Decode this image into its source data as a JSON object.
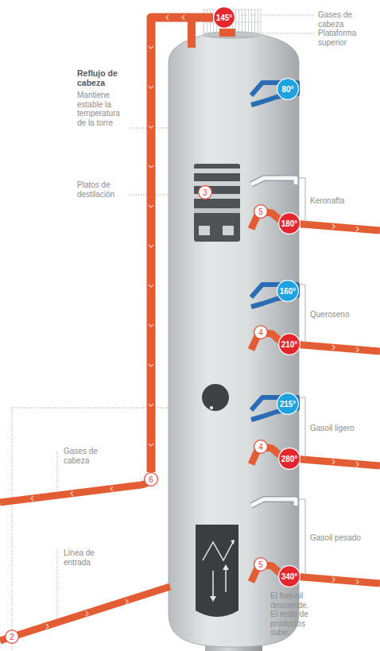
{
  "diagram": {
    "nodes": [
      {
        "text": [
          "145°"
        ]
      },
      {
        "text": [
          "80°"
        ]
      },
      {
        "text": [
          "3"
        ]
      },
      {
        "text": [
          "5"
        ]
      },
      {
        "text": [
          "180°"
        ]
      },
      {
        "text": [
          "160°"
        ]
      },
      {
        "text": [
          "4"
        ]
      },
      {
        "text": [
          "210°"
        ]
      },
      {
        "text": [
          "215°"
        ]
      },
      {
        "text": [
          "4"
        ]
      },
      {
        "text": [
          "280°"
        ]
      },
      {
        "text": [
          "6"
        ]
      },
      {
        "text": [
          "5"
        ]
      },
      {
        "text": [
          "340°"
        ]
      },
      {
        "text": [
          "2"
        ]
      }
    ],
    "edges": [
      {
        "from": 0,
        "to": 11,
        "arrow": "none"
      }
    ],
    "labels": [
      "Gases de cabeza",
      "Plataforma superior",
      "Reflujo de cabeza",
      "Mantiene estable la temperatura de la torre",
      "Platos de destilación",
      "Keronafta",
      "Queroseno",
      "Gasoil ligero",
      "Gases de cabeza",
      "Gasoil pesado",
      "Línea de entrada",
      "El fuel-oil desciende. El resto de productos sube."
    ]
  }
}
